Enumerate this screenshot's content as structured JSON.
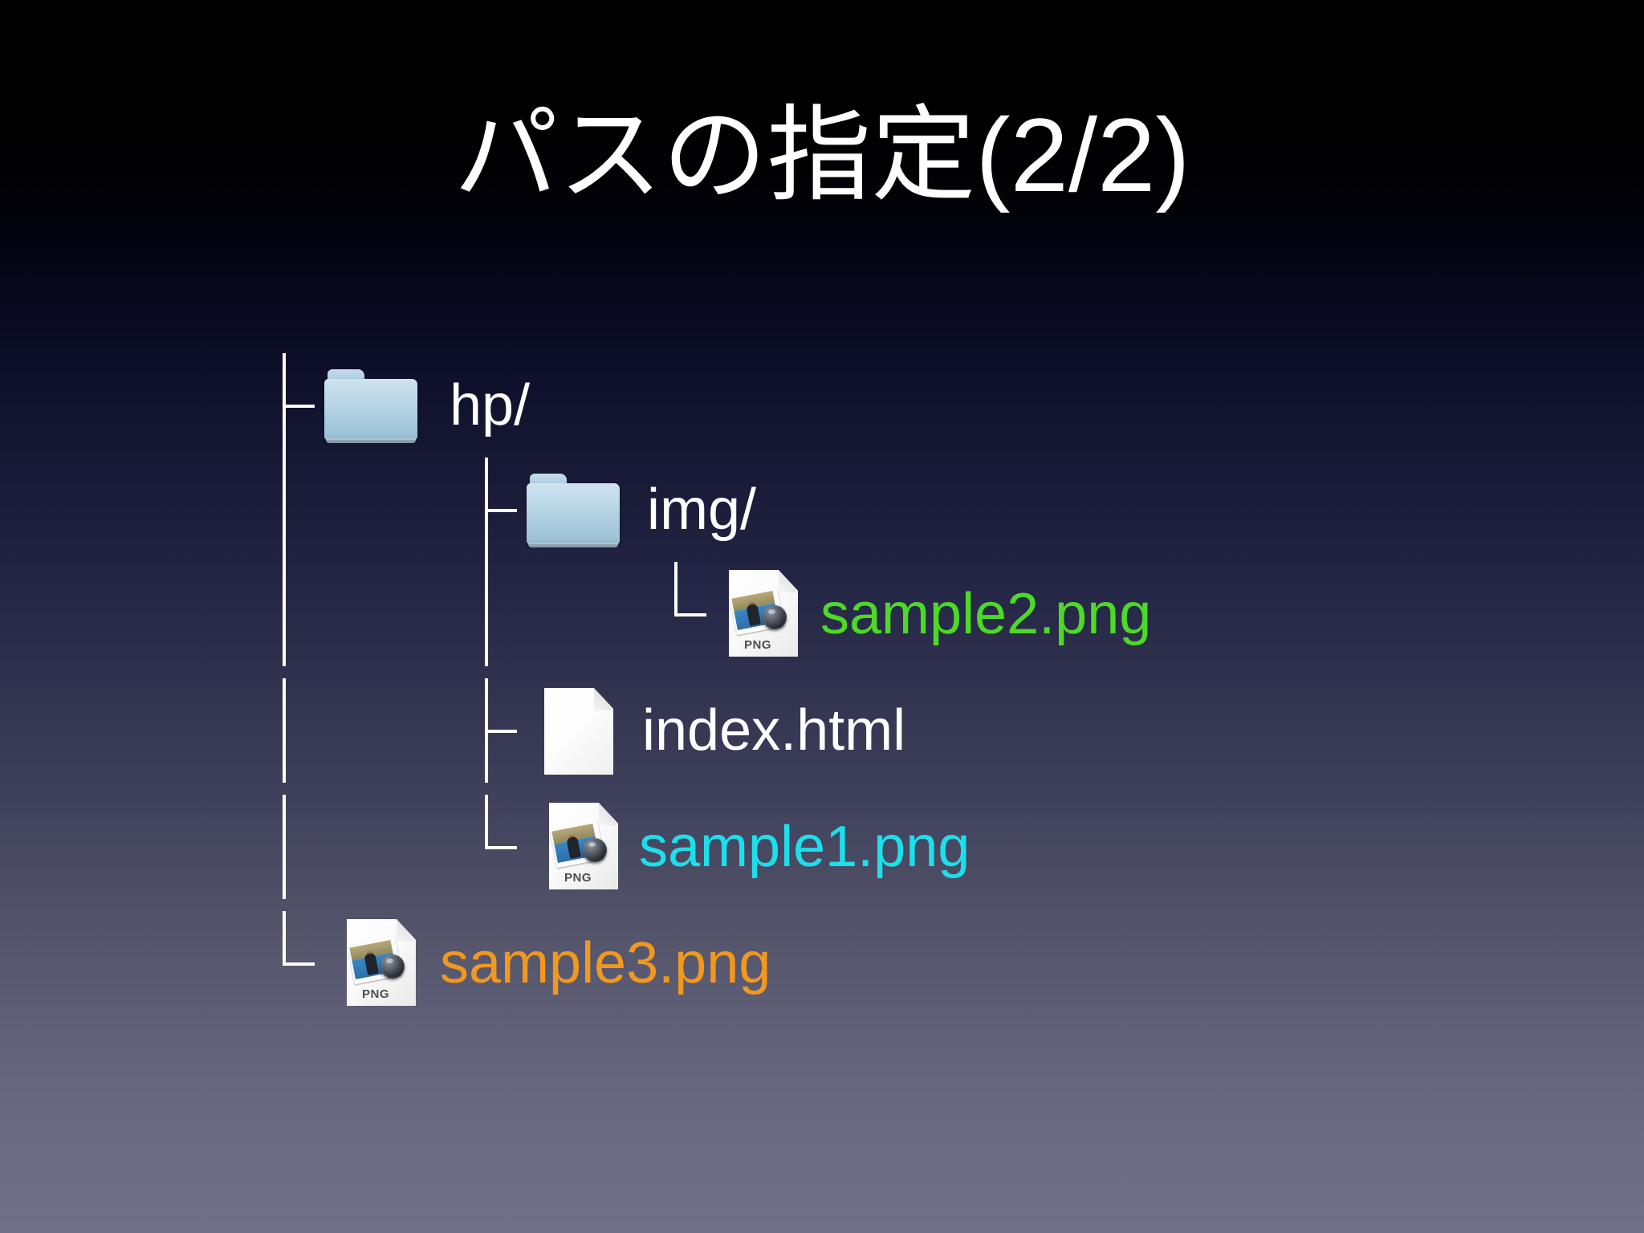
{
  "slide": {
    "title": "パスの指定(2/2)",
    "background": {
      "top_color": "#000000",
      "bottom_color": "#717087"
    }
  },
  "tree": {
    "rows": [
      {
        "indent_level": 0,
        "connector": "tee",
        "icon": "folder-icon",
        "label": "hp/",
        "color": "#ffffff"
      },
      {
        "indent_level": 1,
        "connector": "tee",
        "icon": "folder-icon",
        "label": "img/",
        "color": "#ffffff"
      },
      {
        "indent_level": 2,
        "connector": "elbow",
        "icon": "png-file-icon",
        "label": "sample2.png",
        "color": "#4dd926"
      },
      {
        "indent_level": 1,
        "connector": "tee",
        "icon": "document-icon",
        "label": "index.html",
        "color": "#ffffff"
      },
      {
        "indent_level": 1,
        "connector": "elbow",
        "icon": "png-file-icon",
        "label": "sample1.png",
        "color": "#1ddfec"
      },
      {
        "indent_level": 0,
        "connector": "elbow",
        "icon": "png-file-icon",
        "label": "sample3.png",
        "color": "#f0981f"
      }
    ],
    "png_icon_badge": "PNG"
  }
}
